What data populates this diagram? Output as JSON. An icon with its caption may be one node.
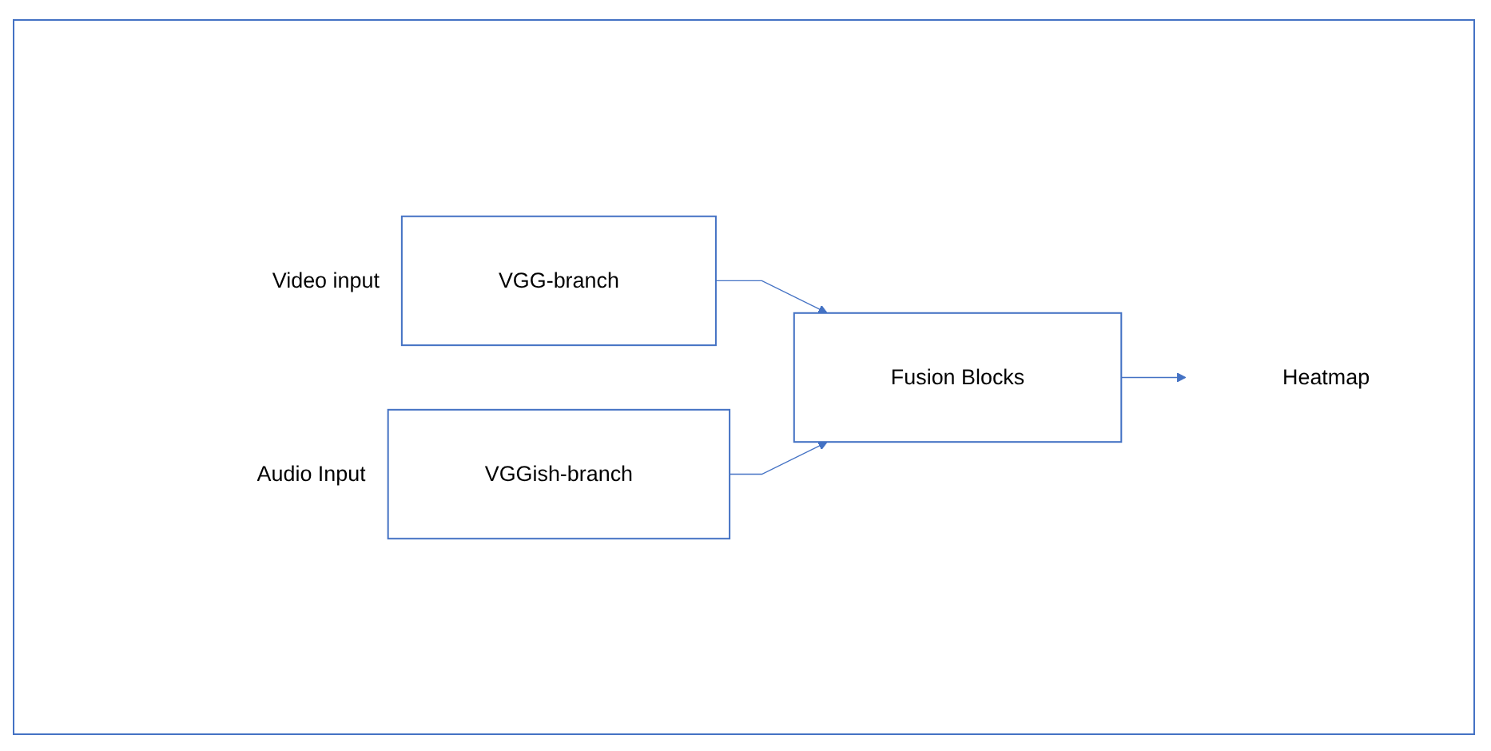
{
  "diagram": {
    "nodes": [
      {
        "text": [
          "VGG-branch"
        ],
        "beside": [
          "Video input"
        ]
      },
      {
        "text": [
          "VGGish-branch"
        ],
        "beside": [
          "Audio Input"
        ]
      },
      {
        "text": [
          "Fusion Blocks"
        ]
      },
      {
        "text": [
          "Heatmap"
        ]
      }
    ],
    "edges": [
      {
        "from": 0,
        "to": 2,
        "arrow": "to"
      },
      {
        "from": 1,
        "to": 2,
        "arrow": "to"
      },
      {
        "from": 2,
        "to": 3,
        "arrow": "to"
      }
    ]
  }
}
